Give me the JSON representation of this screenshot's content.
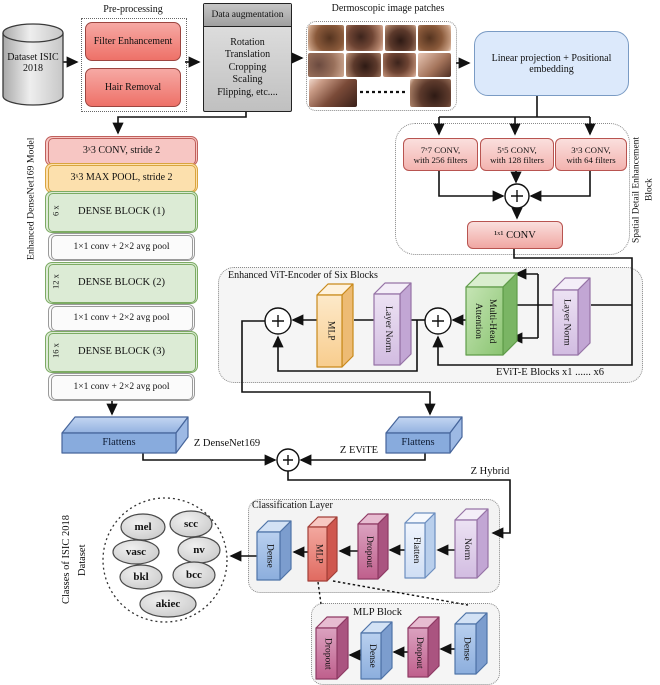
{
  "palette": {
    "preprocess_red": "#ee7168",
    "conv_pink": "#f7c6c3",
    "maxpool_orange": "#fce0ad",
    "dense_green": "#dcebd5",
    "embed_blue": "#dce9fb",
    "purple_3d": "#e1d5e7",
    "green_3d": "#a5d48f",
    "orange_3d": "#fcdcab",
    "blue_3d": "#9fb9e2",
    "rose_3d": "#c2638f",
    "red_3d": "#e8817a",
    "gray_fill": "#f5f5f5"
  },
  "pipeline": {
    "dataset": {
      "label": "Dataset ISIC\n2018"
    },
    "preprocessing": {
      "title": "Pre-processing",
      "steps": [
        "Filter Enhancement",
        "Hair Removal"
      ]
    },
    "augmentation": {
      "title": "Data augmentation",
      "body": "Rotation\nTranslation\nCropping\nScaling\nFlipping, etc...."
    },
    "patches": {
      "title": "Dermoscopic image patches"
    },
    "embedding": {
      "label": "Linear projection + Positional\nembedding"
    }
  },
  "spatial_block": {
    "label": "Spatial Detail Enhancement\nBlock",
    "convs": [
      {
        "text": "7ˣ7 CONV,\nwith 256 filters"
      },
      {
        "text": "5ˣ5 CONV,\nwith 128 filters"
      },
      {
        "text": "3ˣ3 CONV,\nwith 64 filters"
      }
    ],
    "fuse_conv": "¹ˣ¹ CONV"
  },
  "densenet": {
    "label": "Enhanced DenseNet169 Model",
    "layers": [
      {
        "text": "3ˣ3 CONV, stride 2"
      },
      {
        "text": "3ˣ3 MAX POOL, stride 2"
      },
      {
        "text": "DENSE BLOCK (1)",
        "multiplier": "6 x"
      },
      {
        "text": "1×1 conv + 2×2 avg pool"
      },
      {
        "text": "DENSE BLOCK (2)",
        "multiplier": "12 x"
      },
      {
        "text": "1×1 conv + 2×2 avg pool"
      },
      {
        "text": "DENSE BLOCK (3)",
        "multiplier": "16 x"
      },
      {
        "text": "1×1 conv + 2×2 avg pool"
      }
    ]
  },
  "encoder": {
    "title": "Enhanced ViT-Encoder of Six Blocks",
    "mlp": "MLP",
    "layer_norm_1": "Layer Norm",
    "multi_head": "Multi-Head\nAttention",
    "layer_norm_2": "Layer Norm",
    "footer": "EViT-E Blocks x1 ...... x6"
  },
  "fusion": {
    "flatten_left": "Flattens",
    "flatten_right": "Flattens",
    "z_densenet": "Z DenseNet169",
    "z_evite": "Z EViTE",
    "z_hybrid": "Z Hybrid"
  },
  "classification": {
    "title": "Classification Layer",
    "layers": [
      "Norm",
      "Flatten",
      "Dropout",
      "MLP",
      "Dense"
    ]
  },
  "classes": {
    "label": "Classes of ISIC 2018\nDataset",
    "items": [
      "mel",
      "scc",
      "vasc",
      "nv",
      "bkl",
      "bcc",
      "akiec"
    ]
  },
  "mlp_block": {
    "title": "MLP Block",
    "layers": [
      "Dense",
      "Dropout",
      "Dense",
      "Dropout"
    ]
  }
}
